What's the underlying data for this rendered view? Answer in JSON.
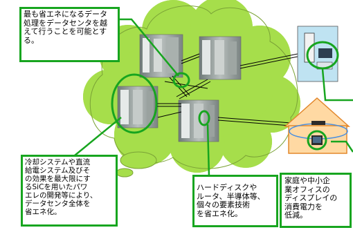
{
  "colors": {
    "accent_green": "#17a51f",
    "cloud_fill": "#a6de4b",
    "house_fill": "#ffd9a3",
    "house_stroke": "#e2872b",
    "lan_ellipse": "#4a8fe0"
  },
  "icons": [
    "server-rack-icon",
    "personal-computer-icon",
    "house-icon",
    "router-icon",
    "display-monitor-icon"
  ],
  "callouts": {
    "top_left": "最も省エネになるデータ\n処理をデータセンタを越\nえて行うことを可能とす\nる。",
    "cooling": "冷却システムや直流\n給電システム及びそ\nの効果を最大限にす\nるSiCを用いたパワ\nエレの開発等により、\nデータセンタ全体を\n省エネ化。",
    "hdd": "ハードディスクや\nルータ、半導体等、\n個々の要素技術\nを省エネ化。",
    "home": "家庭や中小企\n業オフィスの\nディスプレイの\n消費電力を\n低減。"
  }
}
